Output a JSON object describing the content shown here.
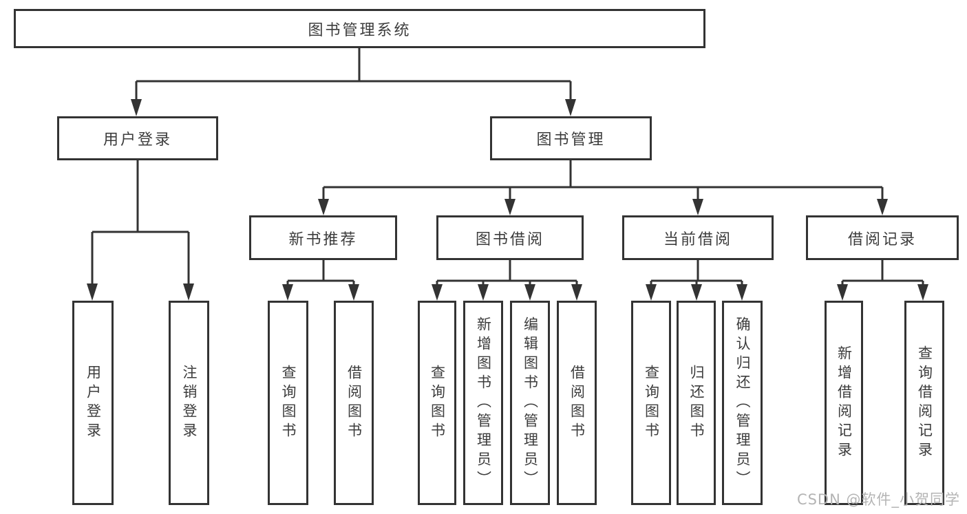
{
  "colors": {
    "line": "#333333",
    "box_border": "#333333",
    "text": "#3c3c3c",
    "background": "#ffffff",
    "watermark": "#b4b4b4"
  },
  "diagram": {
    "root": {
      "label": "图书管理系统"
    },
    "level2": [
      {
        "label": "用户登录"
      },
      {
        "label": "图书管理"
      }
    ],
    "level3": [
      {
        "label": "新书推荐"
      },
      {
        "label": "图书借阅"
      },
      {
        "label": "当前借阅"
      },
      {
        "label": "借阅记录"
      }
    ],
    "leaves": {
      "user_login": [
        {
          "label": "用户登录"
        },
        {
          "label": "注销登录"
        }
      ],
      "new_books": [
        {
          "label": "查询图书"
        },
        {
          "label": "借阅图书"
        }
      ],
      "borrowing": [
        {
          "label": "查询图书"
        },
        {
          "label": "新增图书（管理员）"
        },
        {
          "label": "编辑图书（管理员）"
        },
        {
          "label": "借阅图书"
        }
      ],
      "current": [
        {
          "label": "查询图书"
        },
        {
          "label": "归还图书"
        },
        {
          "label": "确认归还（管理员）"
        }
      ],
      "records": [
        {
          "label": "新增借阅记录"
        },
        {
          "label": "查询借阅记录"
        }
      ]
    }
  },
  "watermark": {
    "text": "CSDN @软件_小贺同学"
  }
}
